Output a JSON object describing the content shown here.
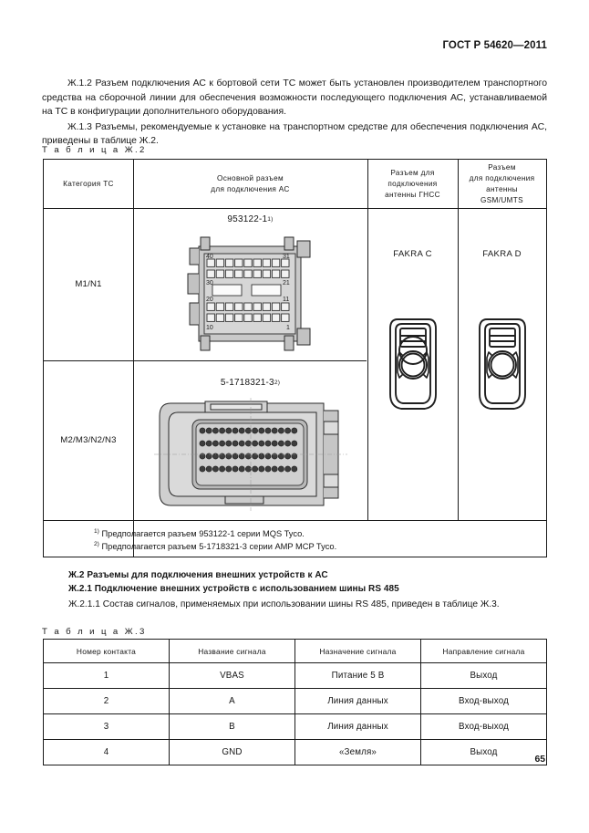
{
  "document": {
    "header": "ГОСТ Р 54620—2011",
    "page_number": "65"
  },
  "paragraphs": [
    "Ж.1.2 Разъем подключения АС к бортовой сети ТС может быть установлен производителем транспортного средства на сборочной линии для обеспечения возможности последующего подключения АС, устанавливаемой на ТС  в конфигурации дополнительного оборудования.",
    "Ж.1.3 Разъемы, рекомендуемые к установке на транспортном средстве для обеспечения подключения АС, приведены в таблице Ж.2."
  ],
  "table_zh2": {
    "caption": "Т а б л и ц а  Ж.2",
    "headers": {
      "category": "Категория  ТС",
      "main_connector": "Основной разъем\nдля подключения АС",
      "main_connector_line1": "Основной  разъем",
      "main_connector_line2": "для подключения АС",
      "gnss_line1": "Разъем для",
      "gnss_line2": "подключения",
      "gnss_line3": "антенны ГНСС",
      "gsm_line1": "Разъем",
      "gsm_line2": "для подключения",
      "gsm_line3": "антенны",
      "gsm_line4": "GSM/UMTS"
    },
    "rows": [
      {
        "category": "M1/N1",
        "part_number": "953122-1",
        "footnote_marker": "1)",
        "connector_type": "mqs-40pin",
        "pin_labels": [
          "40",
          "31",
          "30",
          "21",
          "20",
          "11",
          "10",
          "1"
        ]
      },
      {
        "category": "M2/M3/N2/N3",
        "part_number": "5-1718321-3",
        "footnote_marker": "2)",
        "connector_type": "amp-mcp-multipin"
      }
    ],
    "gnss_antenna": "FAKRA C",
    "gsm_antenna": "FAKRA D",
    "footnotes": [
      {
        "marker": "1)",
        "text": "Предполагается разъем 953122-1 серии MQS Tyco."
      },
      {
        "marker": "2)",
        "text": "Предполагается разъем 5-1718321-3 серии AMP MCP Tyco."
      }
    ]
  },
  "section_headings": {
    "zh2": "Ж.2 Разъемы для подключения внешних устройств к АС",
    "zh2_1": "Ж.2.1 Подключение внешних устройств с использованием шины RS 485",
    "zh2_1_1": "Ж.2.1.1 Состав сигналов, применяемых при использовании шины RS 485, приведен в таблице Ж.3."
  },
  "table_zh3": {
    "caption": "Т а б л и ц а  Ж.3",
    "headers": [
      "Номер контакта",
      "Название сигнала",
      "Назначение сигнала",
      "Направление сигнала"
    ],
    "rows": [
      [
        "1",
        "VBAS",
        "Питание 5 В",
        "Выход"
      ],
      [
        "2",
        "A",
        "Линия данных",
        "Вход-выход"
      ],
      [
        "3",
        "B",
        "Линия данных",
        "Вход-выход"
      ],
      [
        "4",
        "GND",
        "«Земля»",
        "Выход"
      ]
    ]
  },
  "colors": {
    "ink": "#161616",
    "rule": "#1a1a1a",
    "drawing_fill": "#b8b8b8",
    "paper": "#ffffff"
  }
}
